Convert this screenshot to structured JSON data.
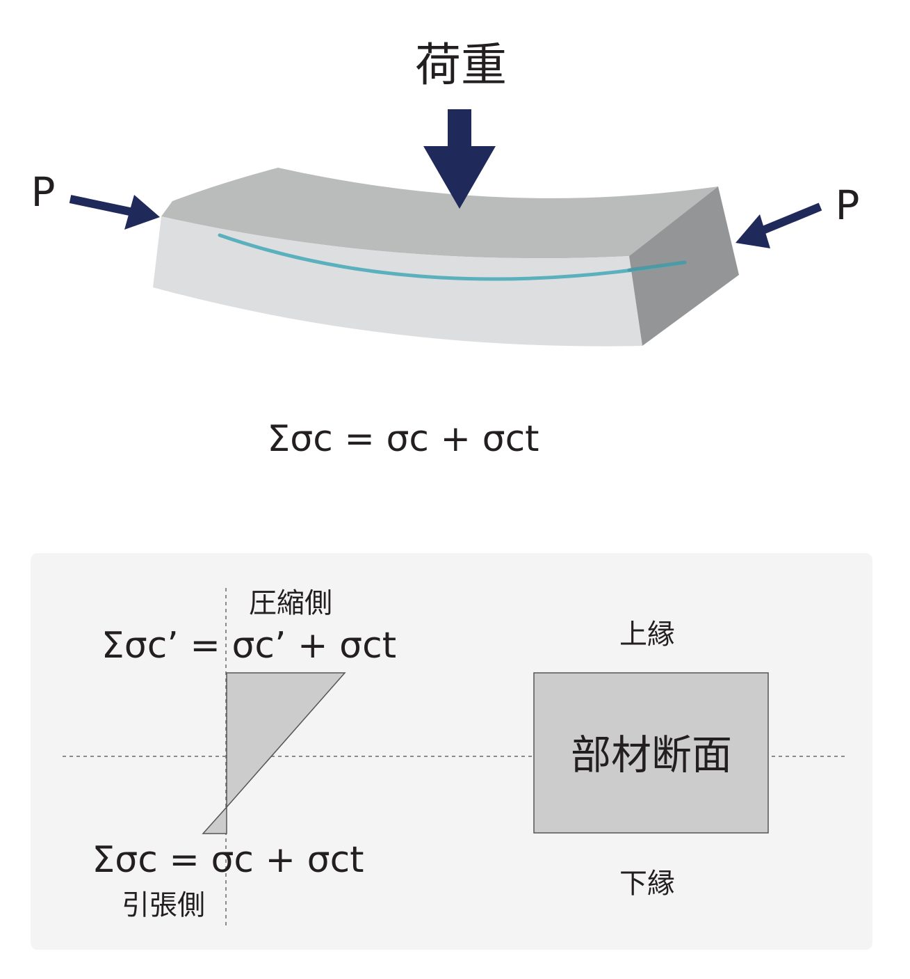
{
  "top": {
    "load_label": "荷重",
    "left_force_label": "P",
    "right_force_label": "P",
    "formula": "Σσc = σc + σct"
  },
  "bottom": {
    "compression_side_label": "圧縮側",
    "top_formula": "Σσc’ = σc’ + σct",
    "bottom_formula": "Σσc = σc + σct",
    "tension_side_label": "引張側",
    "upper_edge_label": "上縁",
    "section_label": "部材断面",
    "lower_edge_label": "下縁"
  },
  "colors": {
    "arrow": "#1f2a5a",
    "beam_top": "#babcbc",
    "beam_front": "#dcdee0",
    "beam_end": "#939596",
    "tendon": "#5ab0bc",
    "panel_bg": "#f4f4f4",
    "stress_fill": "#cccccc"
  }
}
